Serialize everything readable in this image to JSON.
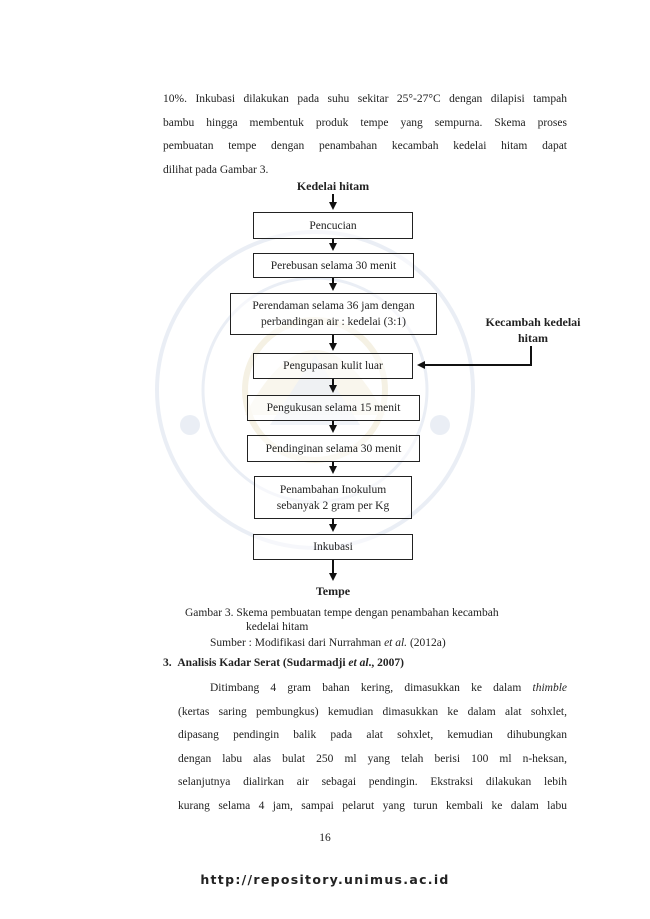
{
  "intro_lines": [
    "10%. Inkubasi dilakukan pada suhu sekitar 25°-27°C dengan dilapisi tampah",
    "bambu hingga membentuk produk tempe yang sempurna. Skema proses",
    "pembuatan tempe dengan penambahan kecambah kedelai hitam dapat",
    "dilihat pada Gambar 3."
  ],
  "flowchart": {
    "input_label": "Kedelai hitam",
    "steps": [
      "Pencucian",
      "Perebusan selama 30 menit",
      "Perendaman selama 36 jam dengan perbandingan air : kedelai (3:1)",
      "Pengupasan kulit luar",
      "Pengukusan selama 15 menit",
      "Pendinginan selama 30 menit",
      "Penambahan Inokulum sebanyak 2 gram per Kg",
      "Inkubasi"
    ],
    "side_input": "Kecambah kedelai hitam",
    "output_label": "Tempe"
  },
  "figure": {
    "caption_line1": "Gambar 3. Skema pembuatan tempe dengan penambahan kecambah",
    "caption_line2": "kedelai hitam",
    "source_prefix": "Sumber : Modifikasi dari Nurrahman ",
    "source_italic": "et al.",
    "source_suffix": " (2012a)"
  },
  "section": {
    "number": "3.",
    "title_prefix": "Analisis Kadar Serat (Sudarmadji ",
    "title_italic": "et al",
    "title_suffix": "., 2007)"
  },
  "body_lines": [
    {
      "a": "Ditimbang 4 gram bahan kering, dimasukkan ke dalam ",
      "i": "thimble",
      "b": ""
    },
    {
      "a": "(kertas saring pembungkus) kemudian dimasukkan ke dalam alat sohxlet,",
      "i": "",
      "b": ""
    },
    {
      "a": "dipasang pendingin balik pada alat sohxlet, kemudian dihubungkan",
      "i": "",
      "b": ""
    },
    {
      "a": "dengan labu alas bulat 250 ml yang telah berisi 100 ml n-heksan,",
      "i": "",
      "b": ""
    },
    {
      "a": "selanjutnya dialirkan air sebagai pendingin. Ekstraksi dilakukan lebih",
      "i": "",
      "b": ""
    },
    {
      "a": "kurang selama 4 jam, sampai pelarut yang turun kembali ke dalam labu",
      "i": "",
      "b": ""
    }
  ],
  "page_number": "16",
  "footer_url": "http://repository.unimus.ac.id"
}
